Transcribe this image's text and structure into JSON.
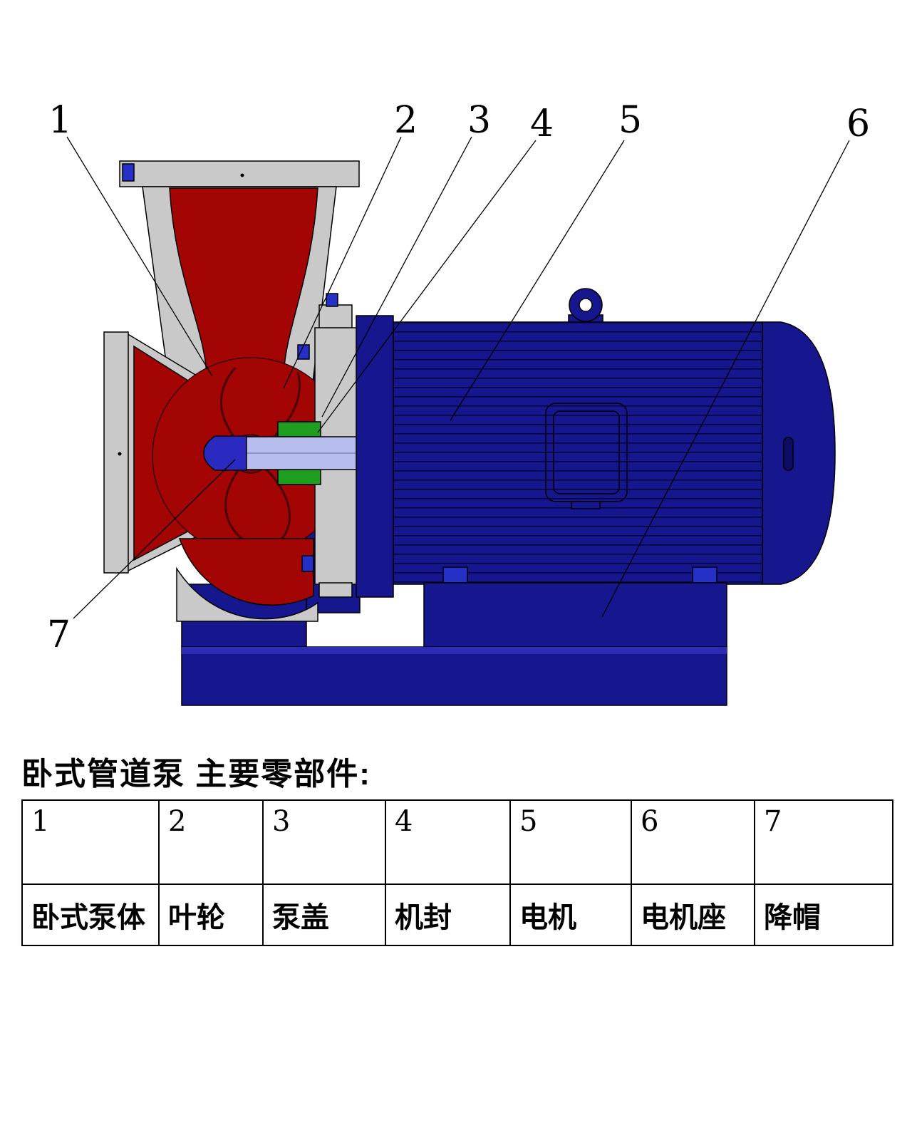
{
  "title": "卧式管道泵 主要零部件:",
  "numbers": [
    "1",
    "2",
    "3",
    "4",
    "5",
    "6",
    "7"
  ],
  "part_names": [
    "卧式泵体",
    "叶轮",
    "泵盖",
    "机封",
    "电机",
    "电机座",
    "降帽"
  ],
  "colors": {
    "pump_red": "#a30505",
    "pump_red_dark": "#7c0404",
    "motor_navy": "#16168e",
    "motor_navy_dark": "#0d0d66",
    "casting_gray": "#c9c9c9",
    "seal_green": "#1e9e1e",
    "shaft_blue": "#b7bdec",
    "accent_blue": "#2430c8",
    "outline": "#000000"
  }
}
